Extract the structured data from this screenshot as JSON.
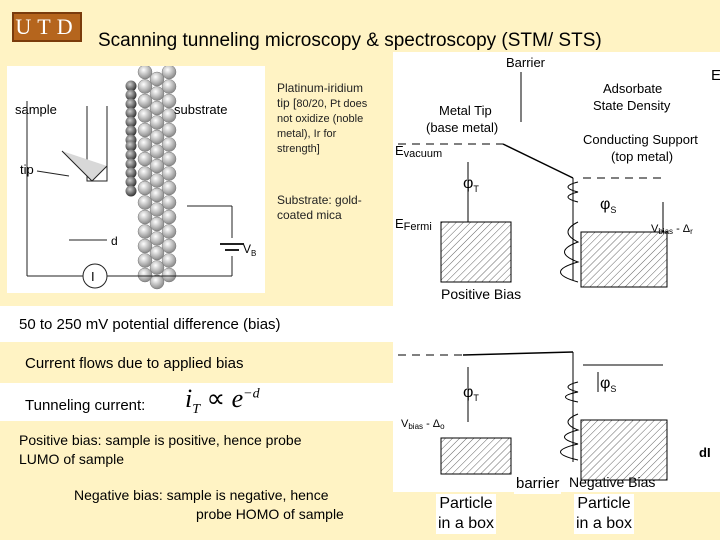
{
  "header": {
    "logo": "UTD",
    "title": "Scanning tunneling microscopy & spectroscopy (STM/ STS)"
  },
  "schematic": {
    "sample": "sample",
    "substrate": "substrate",
    "tip": "tip",
    "d": "d",
    "current": "I",
    "vb": "V",
    "vb_sub": "B"
  },
  "notes": {
    "tip_material_1": "Platinum-iridium",
    "tip_material_2a": "tip [",
    "tip_material_2b": "80/20, Pt does",
    "tip_material_3": "not oxidize (noble",
    "tip_material_4": "metal), Ir for",
    "tip_material_5": "strength]",
    "substrate_1": "Substrate: gold-",
    "substrate_2": "coated mica"
  },
  "body": {
    "bias_range": "50 to 250 mV potential difference (bias)",
    "current_flows": "Current flows due to applied bias",
    "tunneling_label": "Tunneling current:",
    "positive_1": "Positive bias: sample is positive, hence probe",
    "positive_2": "LUMO of sample",
    "negative_1": "Negative bias: sample is negative, hence",
    "negative_2": "probe HOMO of sample"
  },
  "energy_diagram": {
    "barrier": "Barrier",
    "metal_tip_1": "Metal Tip",
    "metal_tip_2": "(base metal)",
    "adsorbate_1": "Adsorbate",
    "adsorbate_2": "State Density",
    "support_1": "Conducting Support",
    "support_2": "(top metal)",
    "e_vacuum": "vacuum",
    "e_fermi": "Fermi",
    "positive_bias": "Positive Bias",
    "negative_bias": "Negative Bias",
    "phi_t": "T",
    "phi_s": "S",
    "v_bias_pos": "V",
    "v_bias_neg": "V",
    "delta_r": "r",
    "delta_o": "o",
    "edge_e": "E",
    "edge_di": "dI"
  },
  "footer": {
    "particle_left_1": "Particle",
    "particle_left_2": "in a box",
    "barrier": "barrier",
    "particle_right_1": "Particle",
    "particle_right_2": "in a box"
  }
}
